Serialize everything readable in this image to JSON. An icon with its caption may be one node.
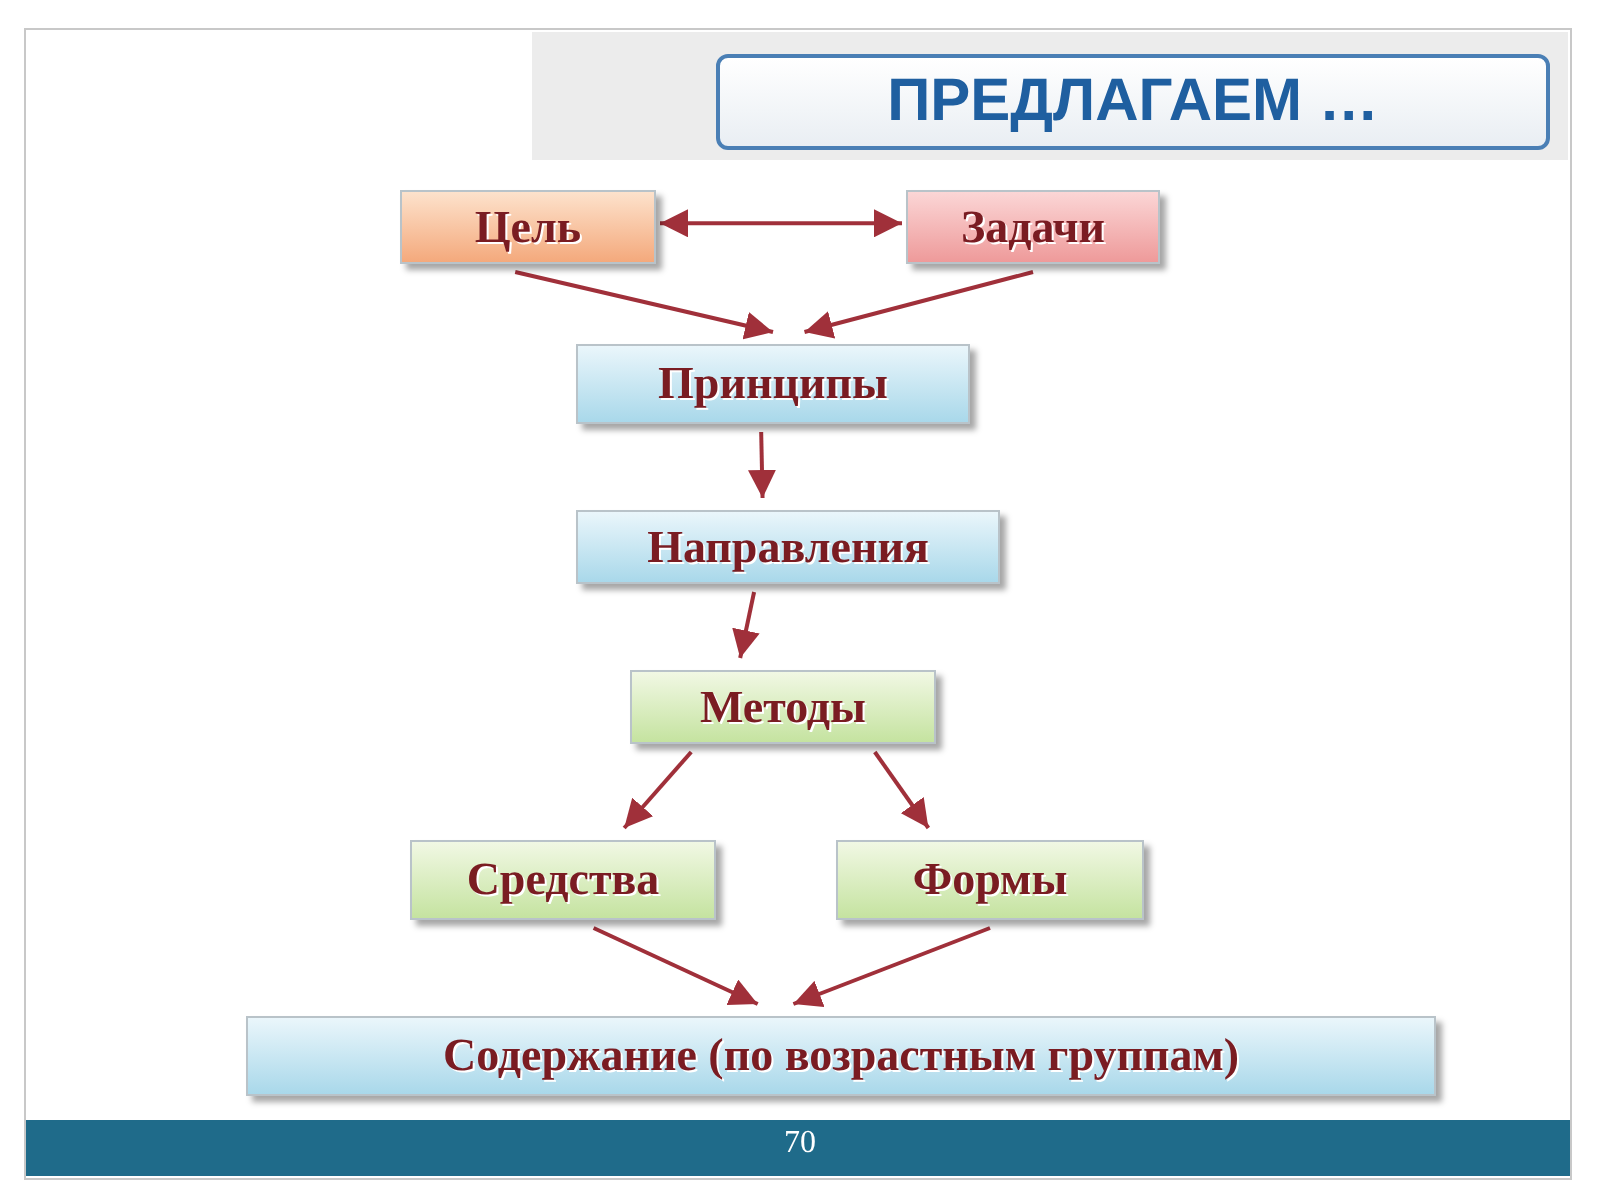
{
  "diagram": {
    "title": "ПРЕДЛАГАЕМ …",
    "nodes": [
      {
        "text": [
          "Цель"
        ]
      },
      {
        "text": [
          "Задачи"
        ]
      },
      {
        "text": [
          "Принципы"
        ]
      },
      {
        "text": [
          "Направления"
        ]
      },
      {
        "text": [
          "Методы"
        ]
      },
      {
        "text": [
          "Средства"
        ]
      },
      {
        "text": [
          "Формы"
        ]
      },
      {
        "text": [
          "Содержание (по возрастным группам)"
        ]
      }
    ],
    "edges": [
      {
        "from": 0,
        "to": 1,
        "arrow": "both"
      },
      {
        "from": 0,
        "to": 2,
        "arrow": "to"
      },
      {
        "from": 1,
        "to": 2,
        "arrow": "to"
      },
      {
        "from": 2,
        "to": 3,
        "arrow": "to"
      },
      {
        "from": 3,
        "to": 4,
        "arrow": "to"
      },
      {
        "from": 4,
        "to": 5,
        "arrow": "to"
      },
      {
        "from": 4,
        "to": 6,
        "arrow": "to"
      },
      {
        "from": 5,
        "to": 7,
        "arrow": "to"
      },
      {
        "from": 6,
        "to": 7,
        "arrow": "to"
      }
    ],
    "labels": [
      "70"
    ]
  }
}
